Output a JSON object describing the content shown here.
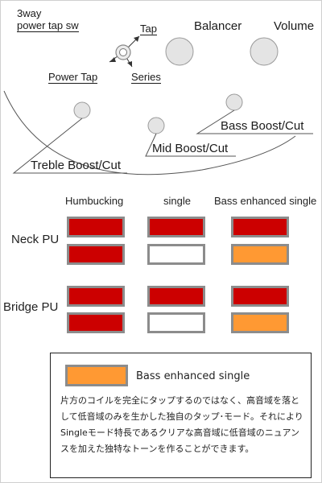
{
  "controls": {
    "switch_title_line1": "3way",
    "switch_title_line2": "power tap sw",
    "tap": "Tap",
    "power_tap": "Power Tap",
    "series": "Series",
    "balancer": "Balancer",
    "volume": "Volume",
    "bass_boost_cut": "Bass Boost/Cut",
    "mid_boost_cut": "Mid Boost/Cut",
    "treble_boost_cut": "Treble Boost/Cut"
  },
  "matrix": {
    "columns": [
      "Humbucking",
      "single",
      "Bass enhanced single"
    ],
    "rows": [
      {
        "label": "Neck PU",
        "cells": [
          [
            "red",
            "red"
          ],
          [
            "red",
            "white"
          ],
          [
            "red",
            "orange"
          ]
        ]
      },
      {
        "label": "Bridge PU",
        "cells": [
          [
            "red",
            "red"
          ],
          [
            "red",
            "white"
          ],
          [
            "red",
            "orange"
          ]
        ]
      }
    ]
  },
  "legend": {
    "swatch": "orange",
    "label": "Bass enhanced single",
    "description": "片方のコイルを完全にタップするのではなく、高音域を落として低音域のみを生かした独自のタップ･モード。それによりSingleモード特長であるクリアな高音域に低音域のニュアンスを加えた独特なトーンを作ることができます。"
  },
  "colors": {
    "red": "#cc0000",
    "white": "#ffffff",
    "orange": "#ff9933",
    "swatch_border": "#8c8c8c",
    "knob_fill": "#e4e4e4",
    "knob_stroke": "#9a9a9a"
  }
}
